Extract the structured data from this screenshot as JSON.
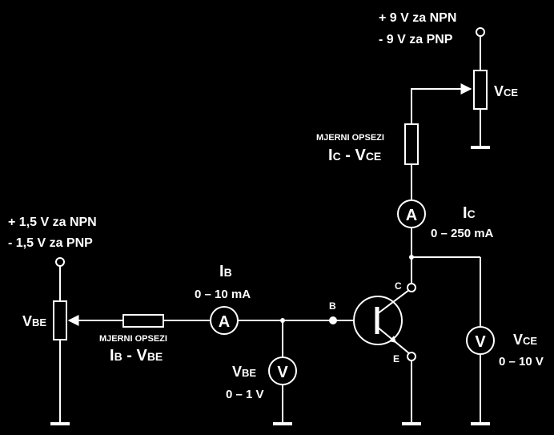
{
  "supply_collector": {
    "line1": "+ 9 V za NPN",
    "line2": "- 9 V za PNP"
  },
  "supply_base": {
    "line1": "+ 1,5 V za NPN",
    "line2": "- 1,5 V za PNP"
  },
  "vce_pot": {
    "label_main": "V",
    "label_sub": "CE"
  },
  "vbe_pot": {
    "label_main": "V",
    "label_sub": "BE"
  },
  "collector_range_resistor": {
    "title": "MJERNI OPSEZI",
    "label": "I",
    "sub1": "C",
    "sep": " - V",
    "sub2": "CE"
  },
  "base_range_resistor": {
    "title": "MJERNI OPSEZI",
    "label": "I",
    "sub1": "B",
    "sep": " - V",
    "sub2": "BE"
  },
  "ammeter_collector": {
    "symbol": "A",
    "label_main": "I",
    "label_sub": "C",
    "range": "0 – 250 mA"
  },
  "ammeter_base": {
    "symbol": "A",
    "label_main": "I",
    "label_sub": "B",
    "range": "0 – 10 mA"
  },
  "voltmeter_base": {
    "symbol": "V",
    "label_main": "V",
    "label_sub": "BE",
    "range": "0 – 1 V"
  },
  "voltmeter_collector": {
    "symbol": "V",
    "label_main": "V",
    "label_sub": "CE",
    "range": "0 – 10 V"
  },
  "transistor": {
    "base": "B",
    "collector": "C",
    "emitter": "E"
  },
  "colors": {
    "background": "#000000",
    "foreground": "#ffffff"
  }
}
